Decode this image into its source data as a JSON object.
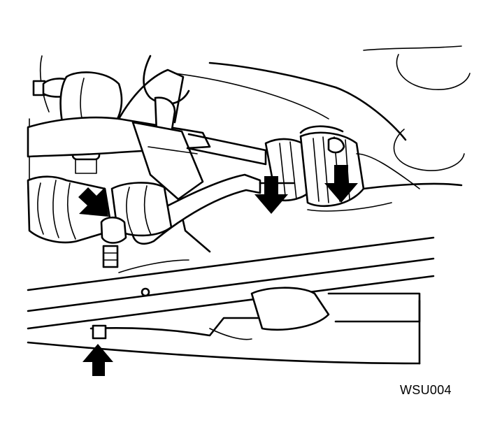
{
  "figure": {
    "code": "WSU004",
    "ink_color": "#000000",
    "background_color": "#ffffff",
    "arrows": [
      {
        "name": "boot-clamp-arrow-left",
        "direction": "down-right"
      },
      {
        "name": "boot-clamp-arrow-center",
        "direction": "down"
      },
      {
        "name": "boot-clamp-arrow-right",
        "direction": "down"
      },
      {
        "name": "mounting-bolt-arrow-bottom",
        "direction": "up"
      }
    ]
  }
}
